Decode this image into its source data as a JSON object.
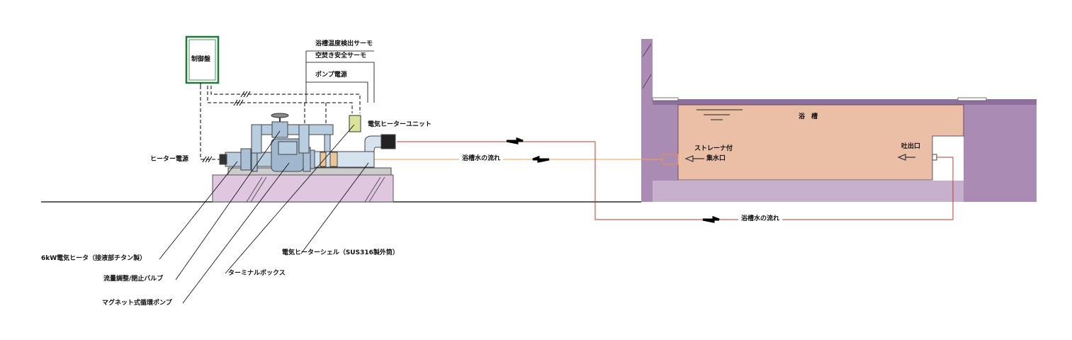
{
  "labels": {
    "control_panel": "制御盤",
    "bath_temp_thermo": "浴槽温度検出サーモ",
    "dry_fire_thermo": "空焚き安全サーモ",
    "pump_power": "ポンプ電源",
    "heater_unit": "電気ヒーターユニット",
    "heater_power": "ヒーター電源",
    "flow_left": "浴槽水の流れ",
    "flow_bottom": "浴槽水の流れ",
    "bathtub": "浴　槽",
    "strainer_line1": "ストレーナ付",
    "strainer_line2": "集水口",
    "outlet": "吐出口",
    "heater_6kw": "6kW電気ヒータ（接液部チタン製）",
    "valve": "流量調整/閉止バルブ",
    "pump": "マグネット式循環ポンプ",
    "terminal_box": "ターミナルボックス",
    "heater_shell": "電気ヒーターシェル（SUS316製外筒）"
  },
  "colors": {
    "ground_line": "#000000",
    "pipe_return": "#c0392b",
    "pipe_supply": "#f0a050",
    "bath_wall": "#a98bb4",
    "bath_water": "#ebbfa6",
    "base_pad": "#dfc8df",
    "control_panel_border": "#1f7a3a",
    "equipment": "#b9cde0",
    "heater_unit_box": "#dbe39a"
  }
}
